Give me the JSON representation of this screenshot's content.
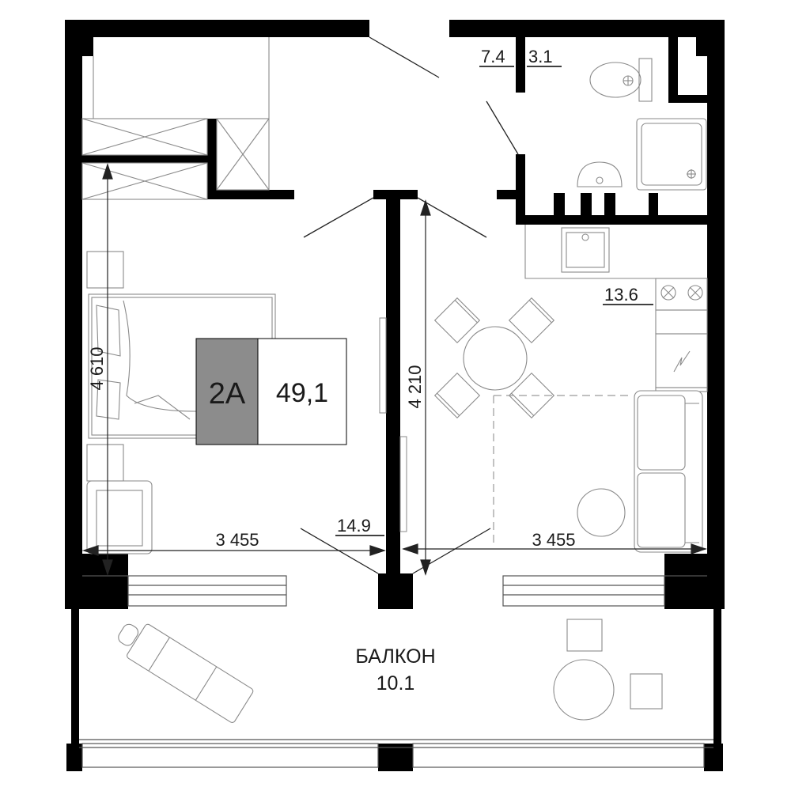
{
  "unit": {
    "type_code": "2A",
    "total_area": "49,1"
  },
  "rooms": {
    "bedroom_area": "14.9",
    "hall_area": "7.4",
    "bathroom_area": "3.1",
    "kitchen_living_area": "13.6",
    "balcony_label": "БАЛКОН",
    "balcony_area": "10.1"
  },
  "dimensions": {
    "bedroom_width": "3 455",
    "living_width": "3 455",
    "bedroom_depth": "4 610",
    "living_depth": "4 210"
  },
  "colors": {
    "wall": "#000000",
    "line": "#555555",
    "furniture": "#8a8a8a",
    "badge_dark": "#8c8c8c",
    "badge_light": "#ffffff"
  }
}
